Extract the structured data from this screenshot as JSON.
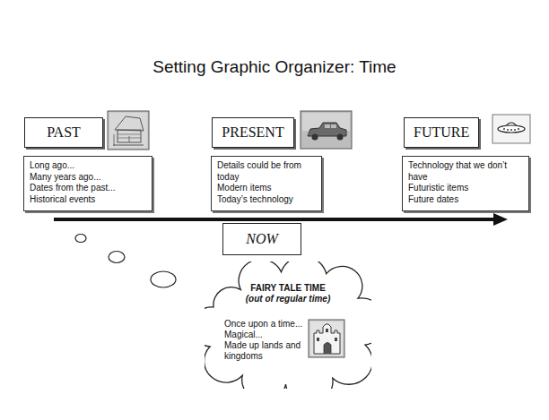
{
  "diagram": {
    "title": "Setting Graphic Organizer: Time",
    "nodes": [
      {
        "text": [
          "PAST"
        ]
      },
      {
        "text": [
          "Long ago...",
          "Many years ago...",
          "Dates from the past...",
          "Historical events"
        ]
      },
      {
        "text": [
          "PRESENT"
        ]
      },
      {
        "text": [
          "Details could be from today",
          "Modern items",
          "Today’s technology"
        ]
      },
      {
        "text": [
          "FUTURE"
        ]
      },
      {
        "text": [
          "Technology that we don’t have",
          "Futuristic items",
          "Future dates"
        ]
      },
      {
        "text": [
          "NOW"
        ]
      },
      {
        "text": [
          "FAIRY TALE TIME",
          "(out of regular time)",
          "Once upon a time...",
          "Magical...",
          "Made up lands and kingdoms"
        ]
      }
    ]
  }
}
